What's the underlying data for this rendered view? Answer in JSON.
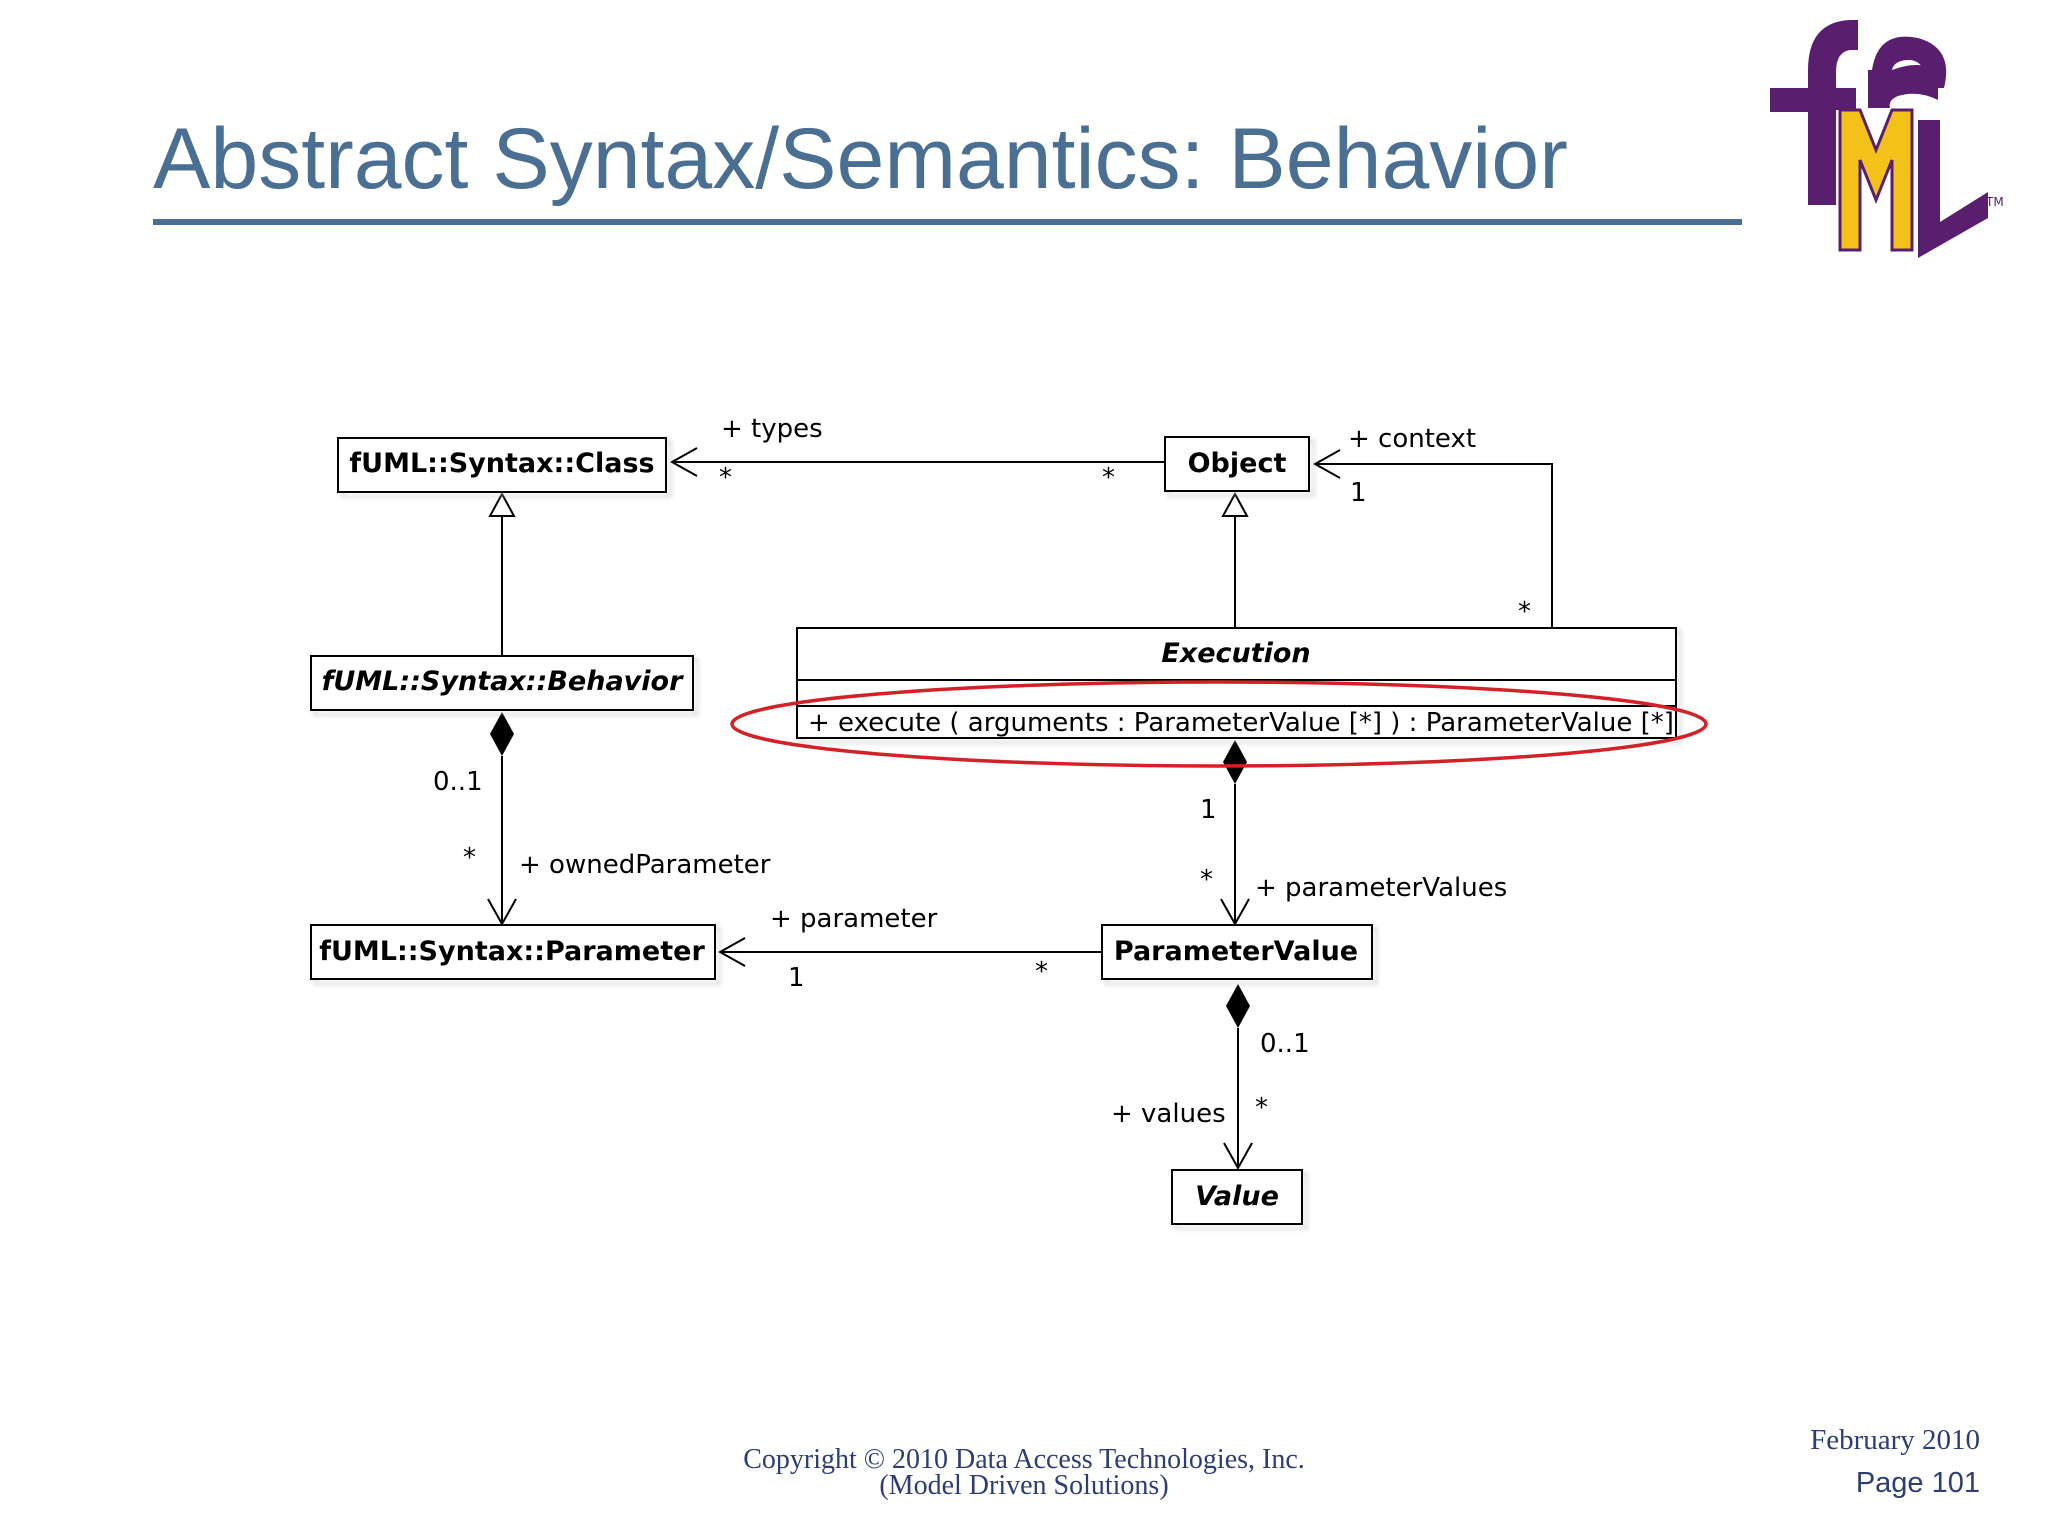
{
  "slide": {
    "title": "Abstract Syntax/Semantics: Behavior",
    "logo_text": "fUML",
    "logo_tm": "TM",
    "footer": {
      "copyright_line1": "Copyright © 2010 Data Access Technologies, Inc.",
      "copyright_line2": "(Model Driven Solutions)",
      "date": "February 2010",
      "page": "Page 101"
    }
  },
  "colors": {
    "title": "#4a6f92",
    "footer": "#2c3e73",
    "highlight": "#d42027",
    "logo_purple": "#5a1e6e",
    "logo_yellow": "#f2c21b"
  },
  "diagram": {
    "classes": {
      "class": "fUML::Syntax::Class",
      "object": "Object",
      "behavior": "fUML::Syntax::Behavior",
      "execution": "Execution",
      "execution_operation": "+ execute ( arguments : ParameterValue [*] ) : ParameterValue [*]",
      "parameter": "fUML::Syntax::Parameter",
      "parameter_value": "ParameterValue",
      "value": "Value"
    },
    "labels": {
      "types_role": "+ types",
      "types_mult_class": "*",
      "types_mult_object": "*",
      "context_role": "+ context",
      "context_mult_object": "1",
      "context_mult_execution": "*",
      "owned_param_mult_behavior": "0..1",
      "owned_param_mult_param": "*",
      "owned_param_role": "+ ownedParameter",
      "exec_pv_mult_exec": "1",
      "exec_pv_mult_pv": "*",
      "parameter_values_role": "+ parameterValues",
      "parameter_role": "+ parameter",
      "parameter_mult_param": "1",
      "parameter_mult_pv": "*",
      "values_mult_pv": "0..1",
      "values_role": "+ values",
      "values_mult_value": "*"
    }
  }
}
